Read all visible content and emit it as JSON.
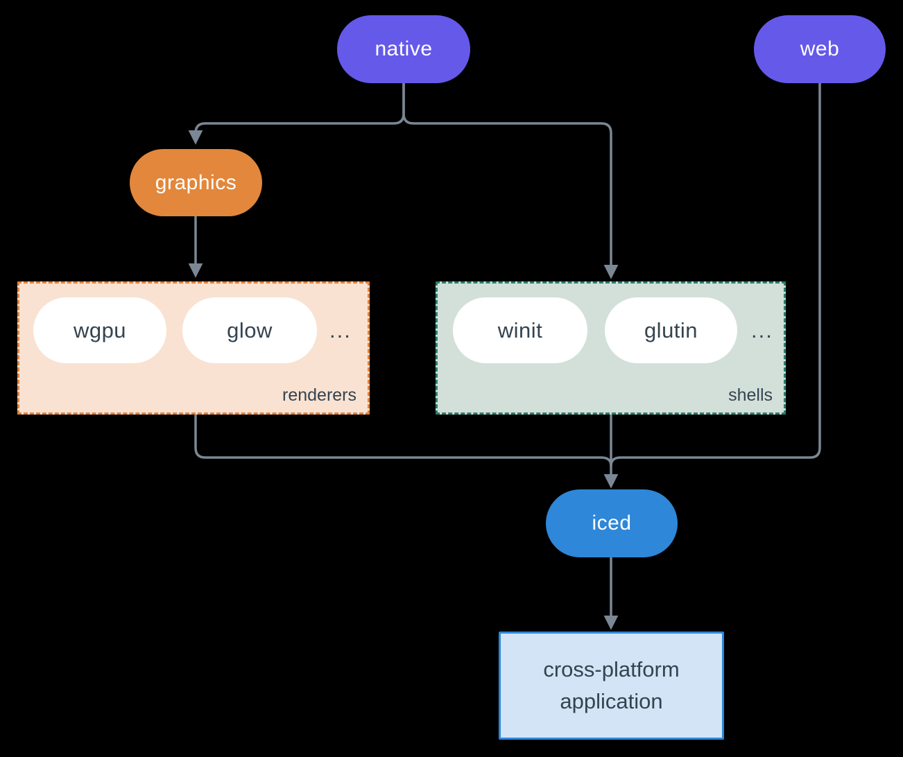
{
  "diagram": {
    "colors": {
      "background": "#000000",
      "connector": "#7b8794",
      "purple": "#6559ea",
      "orange": "#e2873b",
      "blue": "#2e87d8",
      "dark_text": "#34434f",
      "renderers_fill": "#f9e2d2",
      "renderers_border": "#e0813a",
      "shells_fill": "#d3e0da",
      "shells_border": "#2a7d6d",
      "app_fill": "#d2e4f6",
      "app_border": "#2f87d9"
    },
    "nodes": {
      "native": {
        "label": "native"
      },
      "web": {
        "label": "web"
      },
      "graphics": {
        "label": "graphics"
      },
      "iced": {
        "label": "iced"
      },
      "application": {
        "label_line1": "cross-platform",
        "label_line2": "application"
      }
    },
    "groups": {
      "renderers": {
        "label": "renderers",
        "items": {
          "0": "wgpu",
          "1": "glow"
        },
        "ellipsis": "..."
      },
      "shells": {
        "label": "shells",
        "items": {
          "0": "winit",
          "1": "glutin"
        },
        "ellipsis": "..."
      }
    },
    "edges": [
      "native -> graphics",
      "native -> shells",
      "graphics -> renderers",
      "renderers -> iced",
      "shells -> iced",
      "web -> iced",
      "iced -> cross-platform application"
    ]
  }
}
